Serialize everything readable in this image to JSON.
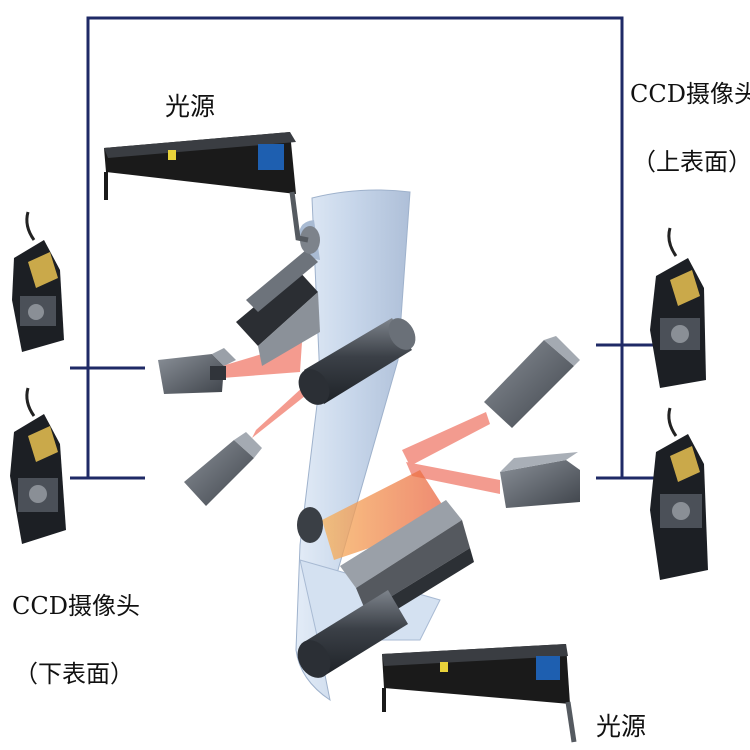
{
  "labels": {
    "light_source_top": "光源",
    "light_source_bottom": "光源",
    "ccd_top_title": "CCD摄像头",
    "ccd_top_sub": "（上表面）",
    "ccd_bottom_title": "CCD摄像头",
    "ccd_bottom_sub": "（下表面）"
  },
  "colors": {
    "frame_line": "#1f2a66",
    "web_film": "#c9d8ec",
    "roller": "#3c4148",
    "camera_body": "#5b6068",
    "light_housing": "#1a1a1a",
    "light_accent_blue": "#1e5fb0",
    "light_accent_yellow": "#e8d23a",
    "beam": "#f07a6a",
    "glow": "#f5a64a"
  }
}
